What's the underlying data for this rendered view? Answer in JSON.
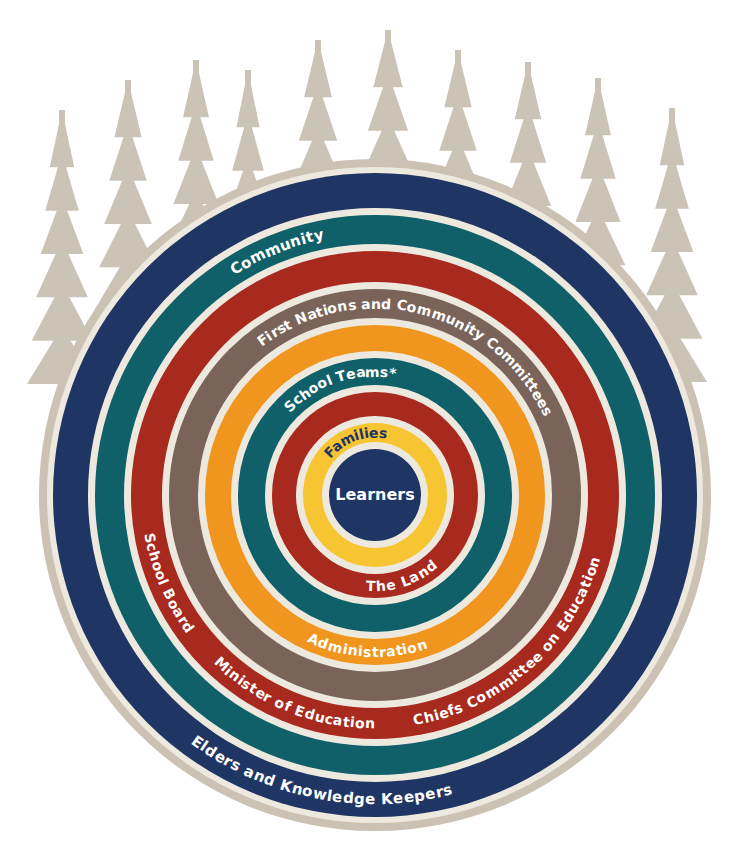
{
  "diagram": {
    "nodes": [
      {
        "text": [
          "Elders and Knowledge Keepers"
        ]
      },
      {
        "text": [
          "Community"
        ],
        "in": 0
      },
      {
        "text": [
          "School Board",
          "Minister of Education",
          "Chiefs Committee on Education"
        ],
        "in": 1
      },
      {
        "text": [
          "First Nations and Community Committees"
        ],
        "in": 2
      },
      {
        "text": [
          "Administration"
        ],
        "in": 3
      },
      {
        "text": [
          "School Teams*"
        ],
        "in": 4
      },
      {
        "text": [
          "The Land"
        ],
        "in": 5
      },
      {
        "text": [
          "Families"
        ],
        "in": 6
      },
      {
        "text": [
          "Learners"
        ],
        "in": 7
      }
    ]
  }
}
